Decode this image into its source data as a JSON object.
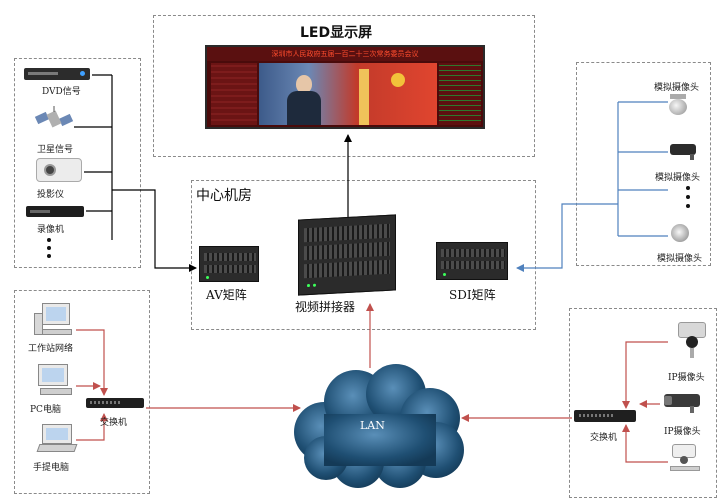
{
  "led_section": {
    "title": "LED显示屏",
    "marquee_text": "深圳市人民政府五届一百二十三次常务委员会议"
  },
  "center_room": {
    "title": "中心机房",
    "av_matrix": "AV矩阵",
    "video_splicer": "视频拼接器",
    "sdi_matrix": "SDI矩阵"
  },
  "sources": {
    "dvd": "DVD信号",
    "satellite": "卫星信号",
    "projector": "投影仪",
    "recorder": "录像机"
  },
  "analog_cameras": {
    "cam1": "模拟摄像头",
    "cam2": "模拟摄像头",
    "cam3": "模拟摄像头"
  },
  "workstations": {
    "workstation": "工作站网络",
    "pc": "PC电脑",
    "laptop": "手提电脑",
    "switch": "交换机"
  },
  "network": {
    "lan": "LAN"
  },
  "ip_cameras": {
    "cam1": "IP摄像头",
    "cam2": "IP摄像头",
    "switch": "交换机"
  },
  "colors": {
    "red_link": "#c0504d",
    "blue_link": "#4f81bd",
    "black_link": "#000000",
    "cloud": "#1f4f73"
  }
}
